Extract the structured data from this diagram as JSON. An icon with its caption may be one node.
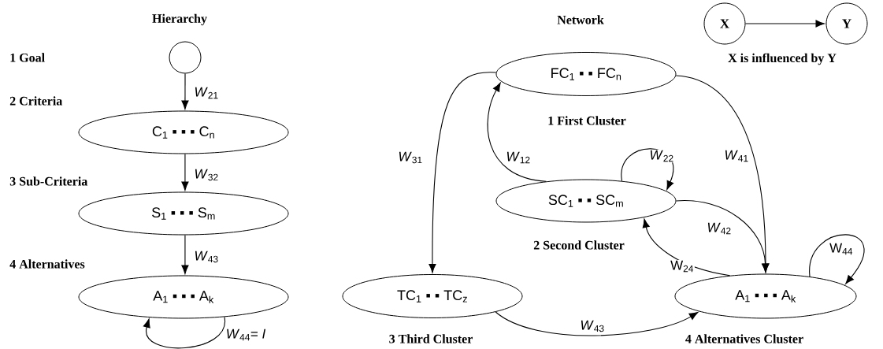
{
  "diagram": {
    "nodes": [
      {
        "text": [],
        "shape": "circle"
      },
      {
        "text": [
          "C$_{1}$ ▪ ▪ ▪ C$_{n}$"
        ]
      },
      {
        "text": [
          "S$_{1}$ ▪ ▪ ▪ S$_{m}$"
        ]
      },
      {
        "text": [
          "A$_{1}$ ▪ ▪ ▪ A$_{k}$"
        ]
      },
      {
        "text": [
          "FC$_{1}$ ▪ ▪ FC$_{n}$"
        ],
        "beside": [
          "1 First Cluster"
        ]
      },
      {
        "text": [
          "SC$_{1}$ ▪ ▪ SC$_{m}$"
        ],
        "beside": [
          "2 Second Cluster"
        ]
      },
      {
        "text": [
          "TC$_{1}$ ▪ ▪ TC$_{z}$"
        ],
        "beside": [
          "3 Third Cluster"
        ]
      },
      {
        "text": [
          "A$_{1}$ ▪ ▪ ▪ A$_{k}$"
        ],
        "beside": [
          "4 Alternatives Cluster"
        ]
      },
      {
        "text": [
          "X"
        ]
      },
      {
        "text": [
          "Y"
        ]
      }
    ],
    "edges": [
      {
        "from": 0,
        "to": 1,
        "arrow": "to",
        "label": "*W*$_{21}$"
      },
      {
        "from": 1,
        "to": 2,
        "arrow": "to",
        "label": "*W*$_{32}$"
      },
      {
        "from": 2,
        "to": 3,
        "arrow": "to",
        "label": "*W*$_{43}$"
      },
      {
        "from": 3,
        "to": 3,
        "arrow": "to",
        "label": "*W*$_{44}$= *I*"
      },
      {
        "from": 4,
        "to": 6,
        "arrow": "to",
        "label": "*W*$_{31}$"
      },
      {
        "from": 5,
        "to": 4,
        "arrow": "to",
        "label": "*W*$_{12}$"
      },
      {
        "from": 5,
        "to": 5,
        "arrow": "to",
        "label": "*W*$_{22}$"
      },
      {
        "from": 4,
        "to": 7,
        "arrow": "to",
        "label": "*W*$_{41}$"
      },
      {
        "from": 5,
        "to": 7,
        "arrow": "to",
        "label": "*W*$_{42}$"
      },
      {
        "from": 7,
        "to": 5,
        "arrow": "to",
        "label": "W$_{24}$"
      },
      {
        "from": 6,
        "to": 7,
        "arrow": "to",
        "label": "*W*$_{43}$"
      },
      {
        "from": 7,
        "to": 7,
        "arrow": "to",
        "label": "W$_{44}$"
      },
      {
        "from": 8,
        "to": 9,
        "arrow": "to"
      }
    ],
    "labels": [
      "Hierarchy",
      "Network",
      "1 Goal",
      "2 Criteria",
      "3 Sub-Criteria",
      "4 Alternatives",
      "X is influenced by Y"
    ]
  }
}
